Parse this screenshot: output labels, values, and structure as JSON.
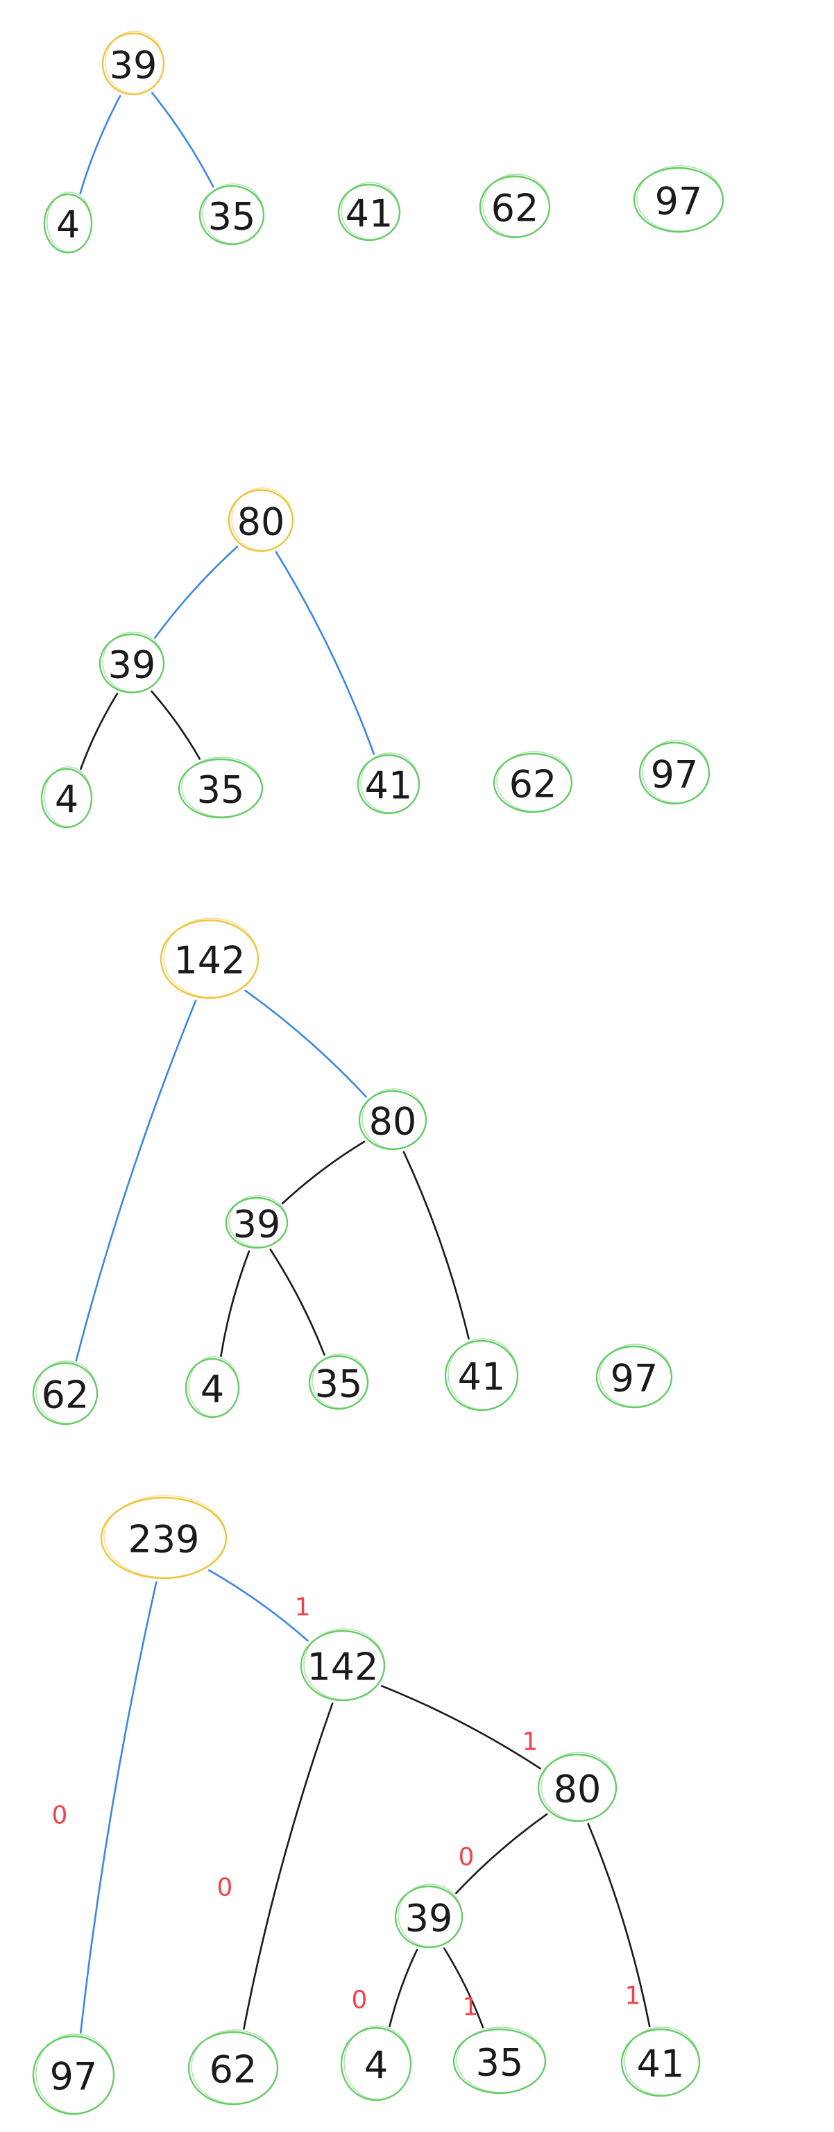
{
  "colors": {
    "leaf_stroke": "#66cc66",
    "root_stroke": "#f2c33a",
    "new_edge": "#3a86ea",
    "old_edge": "#1a1a1a",
    "bit_label": "#f0444b"
  },
  "diagrams": [
    {
      "id": "step-1",
      "nodes": [
        {
          "id": "s1-n39",
          "label": "39",
          "kind": "root"
        },
        {
          "id": "s1-n4",
          "label": "4",
          "kind": "leaf"
        },
        {
          "id": "s1-n35",
          "label": "35",
          "kind": "leaf"
        },
        {
          "id": "s1-n41",
          "label": "41",
          "kind": "leaf"
        },
        {
          "id": "s1-n62",
          "label": "62",
          "kind": "leaf"
        },
        {
          "id": "s1-n97",
          "label": "97",
          "kind": "leaf"
        }
      ],
      "edges": [
        {
          "from": "s1-n39",
          "to": "s1-n4",
          "style": "new"
        },
        {
          "from": "s1-n39",
          "to": "s1-n35",
          "style": "new"
        }
      ]
    },
    {
      "id": "step-2",
      "nodes": [
        {
          "id": "s2-n80",
          "label": "80",
          "kind": "root"
        },
        {
          "id": "s2-n39",
          "label": "39",
          "kind": "leaf"
        },
        {
          "id": "s2-n4",
          "label": "4",
          "kind": "leaf"
        },
        {
          "id": "s2-n35",
          "label": "35",
          "kind": "leaf"
        },
        {
          "id": "s2-n41",
          "label": "41",
          "kind": "leaf"
        },
        {
          "id": "s2-n62",
          "label": "62",
          "kind": "leaf"
        },
        {
          "id": "s2-n97",
          "label": "97",
          "kind": "leaf"
        }
      ],
      "edges": [
        {
          "from": "s2-n80",
          "to": "s2-n39",
          "style": "new"
        },
        {
          "from": "s2-n80",
          "to": "s2-n41",
          "style": "new"
        },
        {
          "from": "s2-n39",
          "to": "s2-n4",
          "style": "old"
        },
        {
          "from": "s2-n39",
          "to": "s2-n35",
          "style": "old"
        }
      ]
    },
    {
      "id": "step-3",
      "nodes": [
        {
          "id": "s3-n142",
          "label": "142",
          "kind": "root"
        },
        {
          "id": "s3-n80",
          "label": "80",
          "kind": "leaf"
        },
        {
          "id": "s3-n39",
          "label": "39",
          "kind": "leaf"
        },
        {
          "id": "s3-n62",
          "label": "62",
          "kind": "leaf"
        },
        {
          "id": "s3-n4",
          "label": "4",
          "kind": "leaf"
        },
        {
          "id": "s3-n35",
          "label": "35",
          "kind": "leaf"
        },
        {
          "id": "s3-n41",
          "label": "41",
          "kind": "leaf"
        },
        {
          "id": "s3-n97",
          "label": "97",
          "kind": "leaf"
        }
      ],
      "edges": [
        {
          "from": "s3-n142",
          "to": "s3-n62",
          "style": "new"
        },
        {
          "from": "s3-n142",
          "to": "s3-n80",
          "style": "new"
        },
        {
          "from": "s3-n80",
          "to": "s3-n39",
          "style": "old"
        },
        {
          "from": "s3-n80",
          "to": "s3-n41",
          "style": "old"
        },
        {
          "from": "s3-n39",
          "to": "s3-n4",
          "style": "old"
        },
        {
          "from": "s3-n39",
          "to": "s3-n35",
          "style": "old"
        }
      ]
    },
    {
      "id": "step-4",
      "nodes": [
        {
          "id": "s4-n239",
          "label": "239",
          "kind": "root"
        },
        {
          "id": "s4-n142",
          "label": "142",
          "kind": "leaf"
        },
        {
          "id": "s4-n80",
          "label": "80",
          "kind": "leaf"
        },
        {
          "id": "s4-n39",
          "label": "39",
          "kind": "leaf"
        },
        {
          "id": "s4-n97",
          "label": "97",
          "kind": "leaf"
        },
        {
          "id": "s4-n62",
          "label": "62",
          "kind": "leaf"
        },
        {
          "id": "s4-n4",
          "label": "4",
          "kind": "leaf"
        },
        {
          "id": "s4-n35",
          "label": "35",
          "kind": "leaf"
        },
        {
          "id": "s4-n41",
          "label": "41",
          "kind": "leaf"
        }
      ],
      "edges": [
        {
          "from": "s4-n239",
          "to": "s4-n97",
          "style": "new",
          "bit": "0"
        },
        {
          "from": "s4-n239",
          "to": "s4-n142",
          "style": "new",
          "bit": "1"
        },
        {
          "from": "s4-n142",
          "to": "s4-n62",
          "style": "old",
          "bit": "0"
        },
        {
          "from": "s4-n142",
          "to": "s4-n80",
          "style": "old",
          "bit": "1"
        },
        {
          "from": "s4-n80",
          "to": "s4-n39",
          "style": "old",
          "bit": "0"
        },
        {
          "from": "s4-n80",
          "to": "s4-n41",
          "style": "old",
          "bit": "1"
        },
        {
          "from": "s4-n39",
          "to": "s4-n4",
          "style": "old",
          "bit": "0"
        },
        {
          "from": "s4-n39",
          "to": "s4-n35",
          "style": "old",
          "bit": "1"
        }
      ]
    }
  ]
}
